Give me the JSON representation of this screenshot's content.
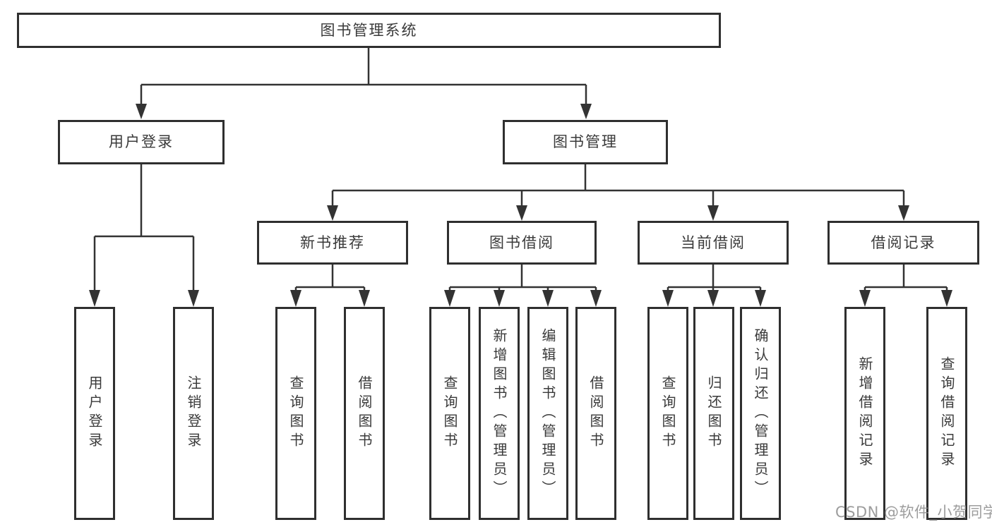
{
  "tree": {
    "label": "图书管理系统",
    "children": [
      {
        "label": "用户登录",
        "children": [
          {
            "label": "用户登录"
          },
          {
            "label": "注销登录"
          }
        ]
      },
      {
        "label": "图书管理",
        "children": [
          {
            "label": "新书推荐",
            "children": [
              {
                "label": "查询图书"
              },
              {
                "label": "借阅图书"
              }
            ]
          },
          {
            "label": "图书借阅",
            "children": [
              {
                "label": "查询图书"
              },
              {
                "label": "新增图书（管理员）"
              },
              {
                "label": "编辑图书（管理员）"
              },
              {
                "label": "借阅图书"
              }
            ]
          },
          {
            "label": "当前借阅",
            "children": [
              {
                "label": "查询图书"
              },
              {
                "label": "归还图书"
              },
              {
                "label": "确认归还（管理员）"
              }
            ]
          },
          {
            "label": "借阅记录",
            "children": [
              {
                "label": "新增借阅记录"
              },
              {
                "label": "查询借阅记录"
              }
            ]
          }
        ]
      }
    ]
  },
  "watermark": {
    "text": "CSDN @软件_小贺同学"
  },
  "colors": {
    "line": "#333333",
    "border": "#2f2f2f",
    "text": "#3a3a3a",
    "watermark": "#8c8c8c"
  }
}
